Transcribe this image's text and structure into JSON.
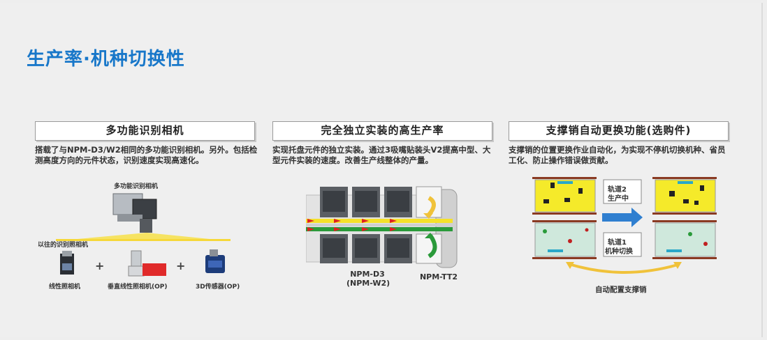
{
  "page_title": "生产率·机种切换性",
  "panels": [
    {
      "heading": "多功能识别相机",
      "description": "搭载了与NPM-D3/W2相同的多功能识别相机。另外。包括检测高度方向的元件状态，识别速度实现高速化。",
      "labels": {
        "camera": "多功能识别相机",
        "previous": "以往的识别照相机",
        "linear": "线性照相机",
        "vertical": "垂直线性照相机(OP)",
        "sensor3d": "3D传感器(OP)",
        "plus": "+"
      }
    },
    {
      "heading": "完全独立实装的高生产率",
      "description": "实现托盘元件的独立实装。通过3吸嘴贴装头V2提高中型、大型元件实装的速度。改善生产线整体的产量。",
      "labels": {
        "npm_d3": "NPM-D3",
        "npm_w2": "(NPM-W2)",
        "npm_tt2": "NPM-TT2"
      }
    },
    {
      "heading": "支撑销自动更换功能(选购件)",
      "description": "支撑销的位置更换作业自动化，为实现不停机切换机种、省员工化、防止操作错误做贡献。",
      "labels": {
        "lane2_line1": "轨道2",
        "lane2_line2": "生产中",
        "lane1_line1": "轨道1",
        "lane1_line2": "机种切换",
        "auto_config": "自动配置支撑销"
      }
    }
  ],
  "colors": {
    "title_blue": "#1877c9",
    "board_yellow": "#f5ea2a",
    "board_green": "#cfe8dc",
    "rail_brown": "#8a3a22",
    "arrow_blue": "#2f7fd0",
    "arrow_yellow": "#f0c23a",
    "conveyor_green": "#2a9a3a",
    "conveyor_red": "#e02020"
  }
}
